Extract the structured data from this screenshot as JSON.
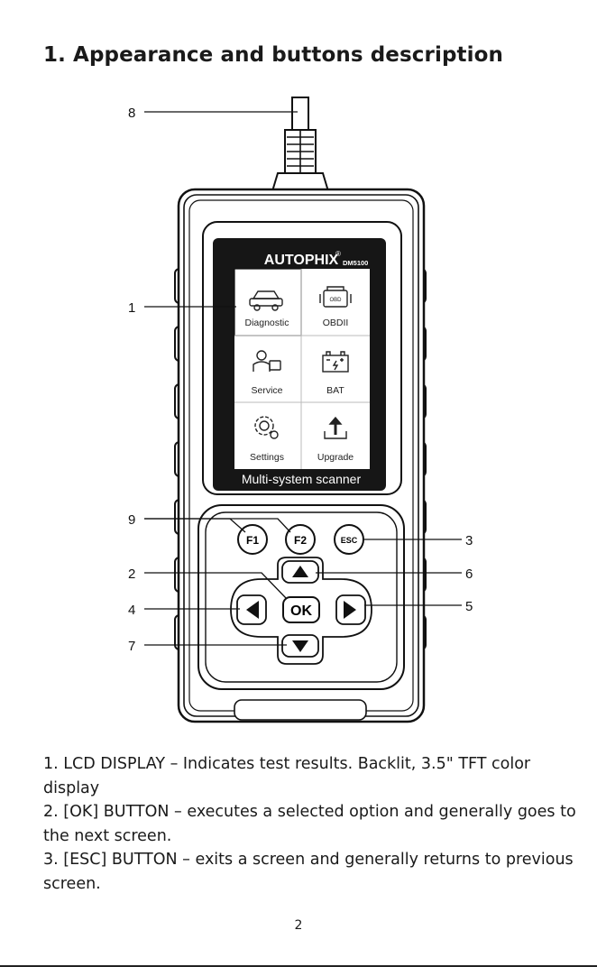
{
  "page": {
    "title": "1. Appearance and buttons description",
    "page_number": "2"
  },
  "device": {
    "brand": "AUTOPHIX",
    "model": "DM5100",
    "tagline": "Multi-system scanner",
    "menu_items": [
      {
        "label": "Diagnostic",
        "icon": "car-icon"
      },
      {
        "label": "OBDII",
        "icon": "engine-icon"
      },
      {
        "label": "Service",
        "icon": "mechanic-icon"
      },
      {
        "label": "BAT",
        "icon": "battery-icon"
      },
      {
        "label": "Settings",
        "icon": "gear-icon"
      },
      {
        "label": "Upgrade",
        "icon": "upload-icon"
      }
    ],
    "buttons": {
      "f1": "F1",
      "f2": "F2",
      "esc": "ESC",
      "ok": "OK"
    }
  },
  "callouts": [
    "1",
    "2",
    "3",
    "4",
    "5",
    "6",
    "7",
    "8",
    "9"
  ],
  "descriptions": [
    "1. LCD DISPLAY – Indicates test results. Backlit, 3.5\" TFT color display",
    "2. [OK] BUTTON – executes a selected option and generally goes to the next screen.",
    "3. [ESC] BUTTON – exits a screen and generally returns to previous screen."
  ]
}
